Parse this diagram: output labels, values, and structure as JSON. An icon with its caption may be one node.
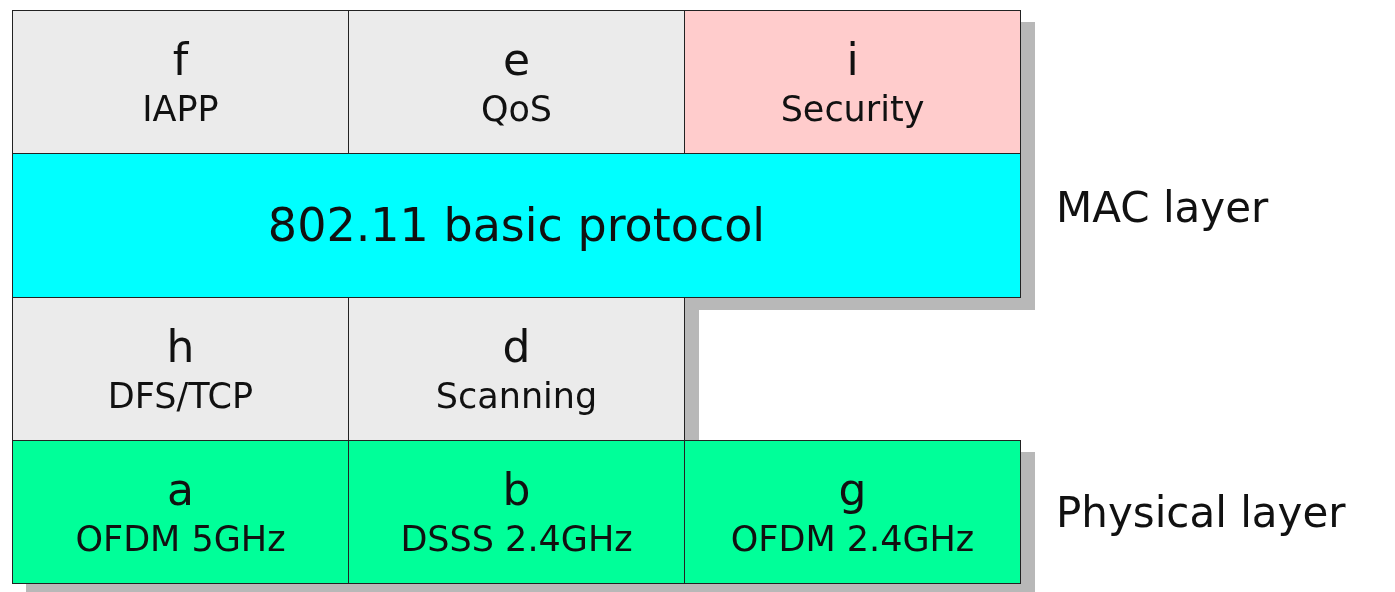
{
  "diagram": {
    "nodes": [
      {
        "text": [
          "f",
          "IAPP"
        ]
      },
      {
        "text": [
          "e",
          "QoS"
        ]
      },
      {
        "text": [
          "i",
          "Security"
        ]
      },
      {
        "text": [
          "802.11 basic protocol"
        ]
      },
      {
        "text": [
          "h",
          "DFS/TCP"
        ]
      },
      {
        "text": [
          "d",
          "Scanning"
        ]
      },
      {
        "text": [
          "a",
          "OFDM 5GHz"
        ]
      },
      {
        "text": [
          "b",
          "DSSS 2.4GHz"
        ]
      },
      {
        "text": [
          "g",
          "OFDM 2.4GHz"
        ]
      }
    ],
    "labels": [
      "MAC layer",
      "Physical layer"
    ]
  }
}
